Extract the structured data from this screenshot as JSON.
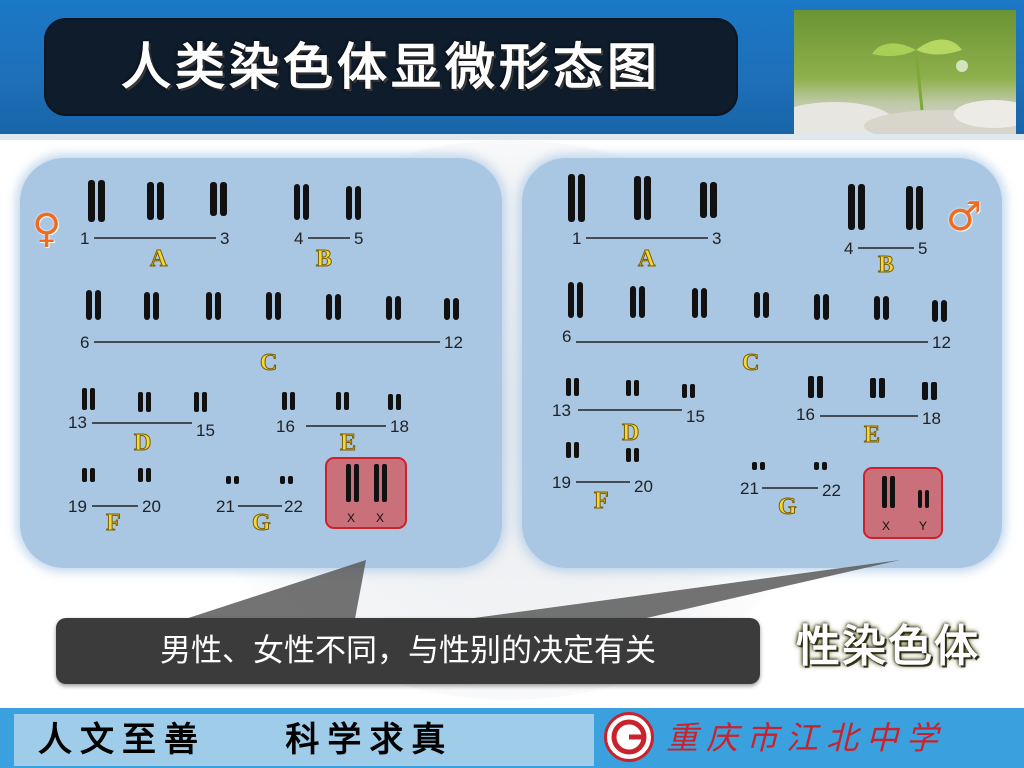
{
  "header": {
    "title": "人类染色体显微形态图"
  },
  "female": {
    "symbol": "♀",
    "groups": [
      {
        "letter": "A",
        "start": "1",
        "end": "3"
      },
      {
        "letter": "B",
        "start": "4",
        "end": "5"
      },
      {
        "letter": "C",
        "start": "6",
        "end": "12"
      },
      {
        "letter": "D",
        "start": "13",
        "end": "15"
      },
      {
        "letter": "E",
        "start": "16",
        "end": "18"
      },
      {
        "letter": "F",
        "start": "19",
        "end": "20"
      },
      {
        "letter": "G",
        "start": "21",
        "end": "22"
      }
    ],
    "sex_chromosomes": [
      "X",
      "X"
    ]
  },
  "male": {
    "symbol": "♂",
    "groups": [
      {
        "letter": "A",
        "start": "1",
        "end": "3"
      },
      {
        "letter": "B",
        "start": "4",
        "end": "5"
      },
      {
        "letter": "C",
        "start": "6",
        "end": "12"
      },
      {
        "letter": "D",
        "start": "13",
        "end": "15"
      },
      {
        "letter": "E",
        "start": "16",
        "end": "18"
      },
      {
        "letter": "F",
        "start": "19",
        "end": "20"
      },
      {
        "letter": "G",
        "start": "21",
        "end": "22"
      }
    ],
    "sex_chromosomes": [
      "X",
      "Y"
    ]
  },
  "caption": "男性、女性不同，与性别的决定有关",
  "sex_chromosome_label": "性染色体",
  "footer": {
    "motto": "人文至善    科学求真",
    "school": "重庆市江北中学"
  },
  "colors": {
    "header_blue": "#1b78c6",
    "panel_blue": "#a9c6e3",
    "highlight_red": "#c8232c",
    "group_letter_yellow": "#f4d83a",
    "footer_blue": "#3aa0de"
  }
}
